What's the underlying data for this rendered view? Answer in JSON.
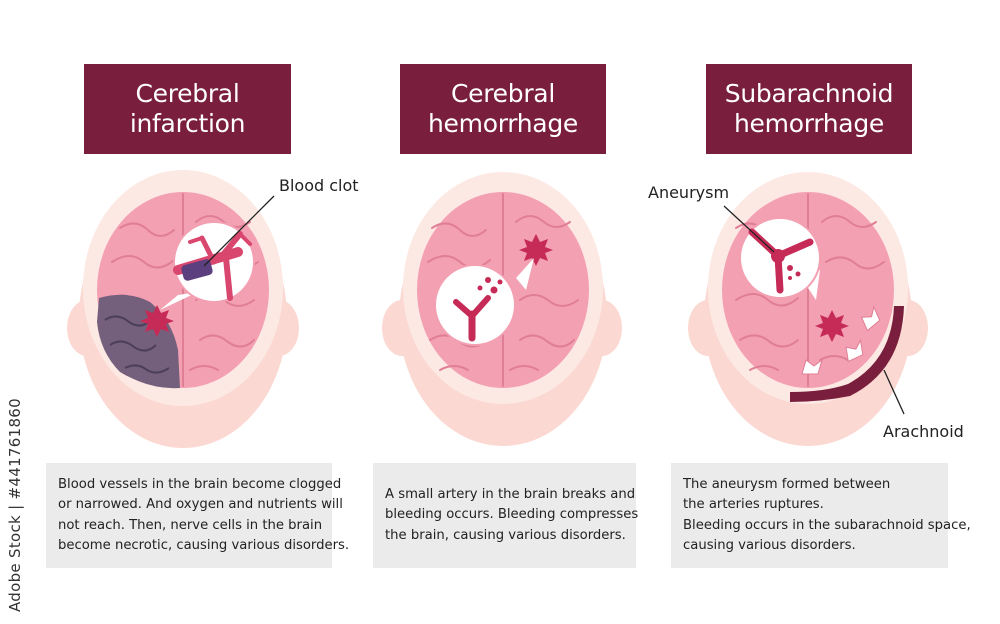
{
  "panels": [
    {
      "title": [
        "Cerebral",
        "infarction"
      ],
      "description": [
        "Blood vessels in the brain become clogged",
        "or narrowed. And oxygen and nutrients will",
        "not reach. Then, nerve cells in the brain",
        "become necrotic, causing various disorders."
      ],
      "callouts": [
        "Blood clot"
      ]
    },
    {
      "title": [
        "Cerebral",
        "hemorrhage"
      ],
      "description": [
        "A small artery in the brain breaks and",
        "bleeding occurs. Bleeding compresses",
        "the brain, causing various disorders."
      ],
      "callouts": []
    },
    {
      "title": [
        "Subarachnoid",
        "hemorrhage"
      ],
      "description": [
        "The aneurysm formed between",
        "the arteries ruptures.",
        "Bleeding occurs in the subarachnoid space,",
        "causing various disorders."
      ],
      "callouts": [
        "Aneurysm",
        "Arachnoid"
      ]
    }
  ],
  "stock_id": "Adobe Stock | #441761860",
  "colors": {
    "title_bg": "#7a1e3e",
    "desc_bg": "#ebebeb",
    "brain": "#f3a0b2",
    "skin": "#fbd9d2",
    "skull": "#fde9e4",
    "necrotic": "#74607c",
    "blood": "#c62a56",
    "clot": "#5c3f7e"
  }
}
